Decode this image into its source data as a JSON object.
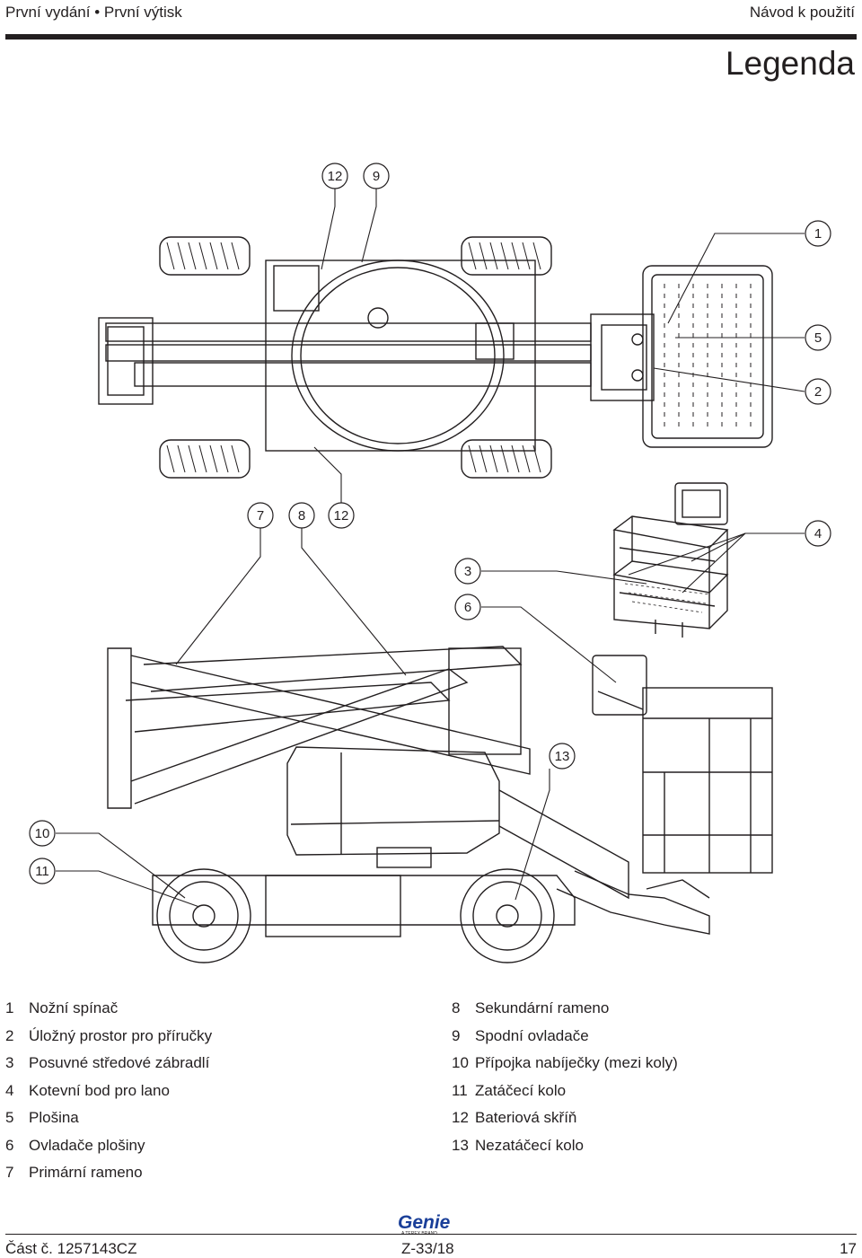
{
  "header": {
    "left": "První vydání • První výtisk",
    "right": "Návod k použití",
    "title": "Legenda"
  },
  "callouts": [
    "1",
    "2",
    "3",
    "4",
    "5",
    "6",
    "7",
    "8",
    "9",
    "10",
    "11",
    "12",
    "13"
  ],
  "legend": {
    "left": [
      {
        "num": "1",
        "label": "Nožní spínač"
      },
      {
        "num": "2",
        "label": "Úložný prostor pro příručky"
      },
      {
        "num": "3",
        "label": "Posuvné středové zábradlí"
      },
      {
        "num": "4",
        "label": "Kotevní bod pro lano"
      },
      {
        "num": "5",
        "label": "Plošina"
      },
      {
        "num": "6",
        "label": "Ovladače plošiny"
      },
      {
        "num": "7",
        "label": "Primární rameno"
      }
    ],
    "right": [
      {
        "num": "8",
        "label": "Sekundární rameno"
      },
      {
        "num": "9",
        "label": "Spodní ovladače"
      },
      {
        "num": "10",
        "label": "Přípojka nabíječky (mezi koly)"
      },
      {
        "num": "11",
        "label": "Zatáčecí kolo"
      },
      {
        "num": "12",
        "label": "Bateriová skříň"
      },
      {
        "num": "13",
        "label": "Nezatáčecí kolo"
      }
    ]
  },
  "footer": {
    "left": "Část č. 1257143CZ",
    "center": "Z-33/18",
    "right": "17",
    "logo_word": "Genie",
    "logo_sub": "A TEREX BRAND"
  }
}
